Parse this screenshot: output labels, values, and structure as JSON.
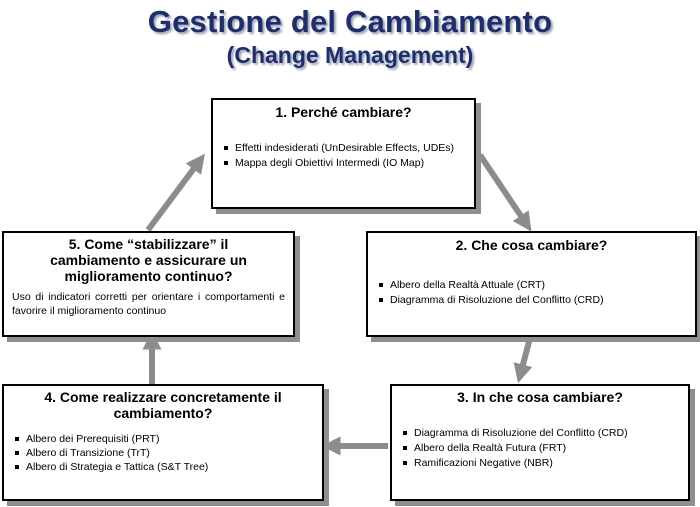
{
  "header": {
    "title": "Gestione del Cambiamento",
    "subtitle": "(Change Management)"
  },
  "boxes": {
    "box1": {
      "title": "1.  Perché cambiare?",
      "items": [
        "Effetti indesiderati (UnDesirable Effects, UDEs)",
        "Mappa degli Obiettivi Intermedi (IO Map)"
      ]
    },
    "box2": {
      "title": "2.    Che cosa cambiare?",
      "items": [
        "Albero della Realtà Attuale (CRT)",
        "Diagramma di Risoluzione del Conflitto (CRD)"
      ]
    },
    "box3": {
      "title": "3. In che cosa cambiare?",
      "items": [
        "Diagramma di Risoluzione del Conflitto (CRD)",
        "Albero della Realtà Futura (FRT)",
        "Ramificazioni Negative (NBR)"
      ]
    },
    "box4": {
      "title": "4.   Come realizzare concretamente il cambiamento?",
      "items": [
        "Albero dei Prerequisiti (PRT)",
        "Albero di Transizione (TrT)",
        "Albero di Strategia e Tattica (S&T Tree)"
      ]
    },
    "box5": {
      "title": "5.   Come “stabilizzare” il cambiamento e assicurare un miglioramento continuo?",
      "text": "Uso di indicatori corretti per orientare i comportamenti e favorire il miglioramento continuo"
    }
  },
  "colors": {
    "title": "#1f2e6b",
    "arrow": "#8c8c8c",
    "box_border": "#000000",
    "box_shadow": "#8f8f8f"
  }
}
